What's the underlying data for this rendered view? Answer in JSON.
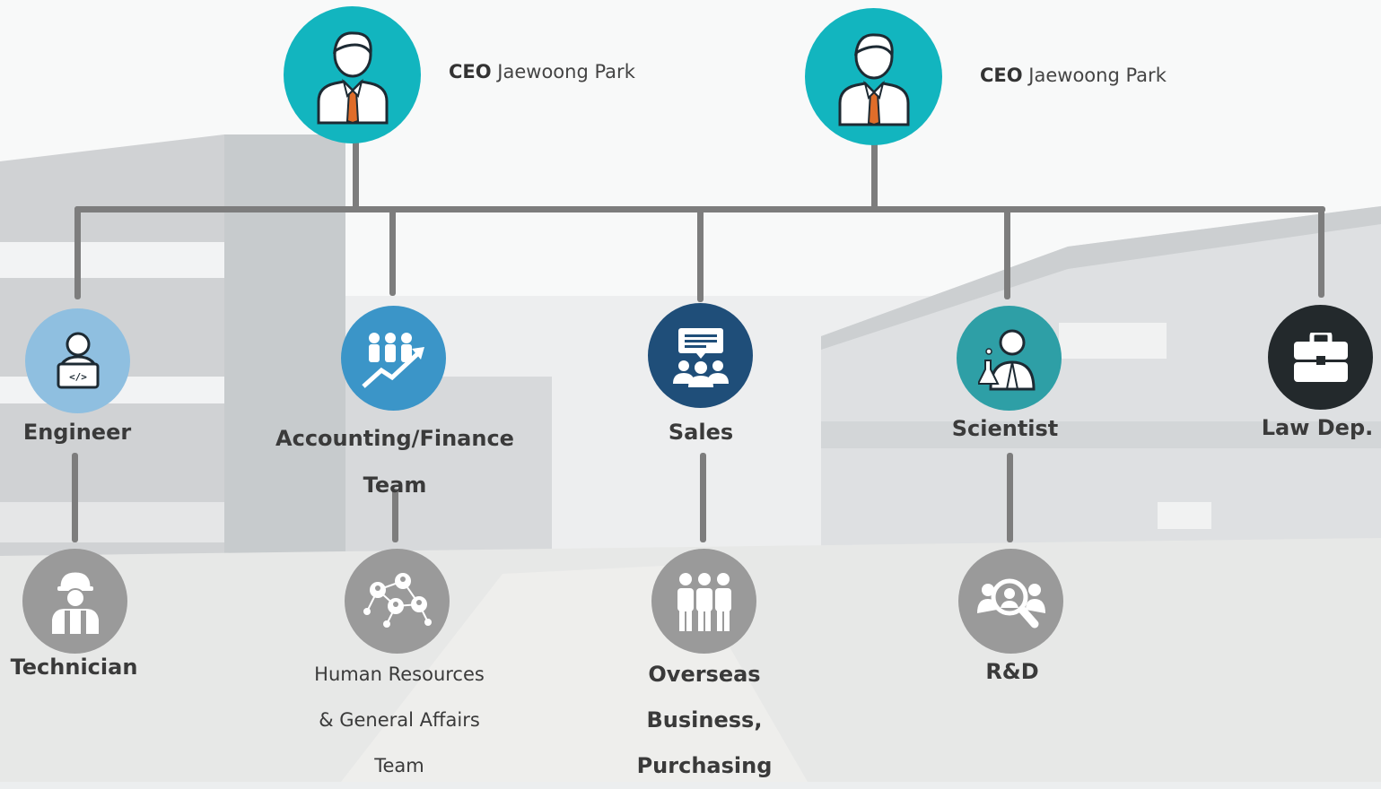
{
  "ceos": [
    {
      "title": "CEO",
      "name": "Jaewoong Park"
    },
    {
      "title": "CEO",
      "name": "Jaewoong Park"
    }
  ],
  "departments": [
    {
      "label": "Engineer",
      "color": "#8fbfe0"
    },
    {
      "label_line1": "Accounting/Finance",
      "label_line2": "Team",
      "color": "#3b95c8"
    },
    {
      "label": "Sales",
      "color": "#1f4e79"
    },
    {
      "label": "Scientist",
      "color": "#2e9fa6"
    },
    {
      "label": "Law Dep.",
      "color": "#23292c"
    }
  ],
  "subunits": [
    {
      "label": "Technician"
    },
    {
      "line1": "Human Resources",
      "line2": "& General Affairs",
      "line3": "Team"
    },
    {
      "line1": "Overseas",
      "line2": "Business,",
      "line3": "Purchasing"
    },
    {
      "label": "R&D"
    }
  ],
  "colors": {
    "ceo_teal": "#12b5bf",
    "subunit_gray": "#9a9a9a",
    "connector": "#7d7d7d"
  }
}
